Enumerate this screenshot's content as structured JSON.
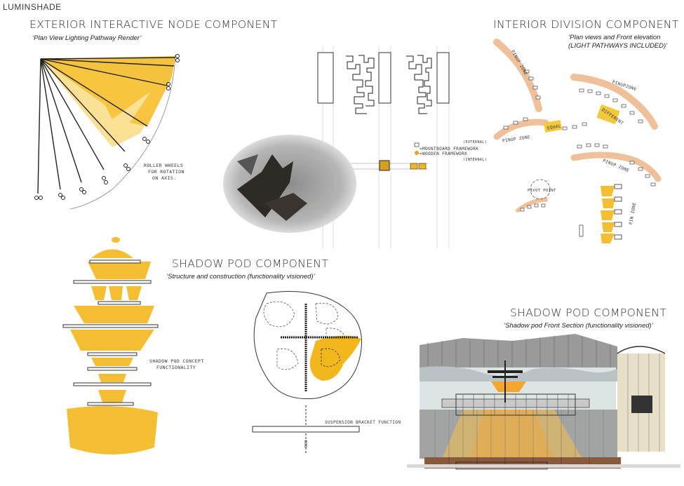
{
  "brand": "LUMINSHADE",
  "panels": {
    "exterior_node": {
      "title": "EXTERIOR INTERACTIVE NODE COMPONENT",
      "subtitle": "‘Plan View Lighting Pathway Render’",
      "note_line1": "ROLLER WHEELS",
      "note_line2": "FOR ROTATION",
      "note_line3": "ON AXIS."
    },
    "framework": {
      "legend_1a": "=MOUNTBOARD FRAMEWORK",
      "legend_1b": "(EXTERNAL)",
      "legend_2a": "=WOODEN FRAMEWORK",
      "legend_2b": "(INTERNAL)"
    },
    "interior_division": {
      "title": "INTERIOR DIVISION COMPONENT",
      "subtitle_line1": "‘Plan views and Front elevation",
      "subtitle_line2": "(LIGHT PATHWAYS INCLUDED)’",
      "zone_labels": [
        "PINUP ZONE",
        "PINUPZONE",
        "DIFFERENT",
        "EQUAL",
        "PINUP ZONE",
        "PINUP ZONE",
        "PIN ZONE",
        "PIVOT POINT"
      ]
    },
    "shadow_pod_structure": {
      "title": "SHADOW POD COMPONENT",
      "subtitle": "‘Structure and construction (functionality visioned)’",
      "note_line1": "SHADOW POD CONCEPT",
      "note_line2": "FUNCTIONALITY",
      "bracket_note": "SUSPENSION BRACKET FUNCTION",
      "rod_label": "ROD"
    },
    "shadow_pod_section": {
      "title": "SHADOW POD COMPONENT",
      "subtitle": "‘Shadow pod Front Section (functionality visioned)’"
    }
  },
  "colors": {
    "yellow": "#f3b71e",
    "yellow_light": "#f8d56a",
    "peach": "#f0c09a",
    "ink": "#2a2a2a",
    "floor": "#8a5a3c"
  }
}
